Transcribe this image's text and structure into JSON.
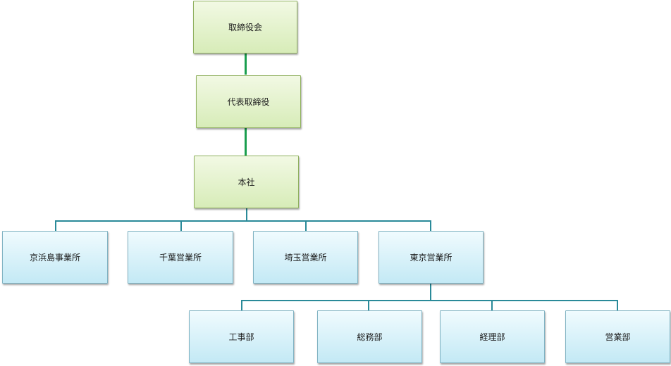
{
  "nodes": {
    "board": "取締役会",
    "representative_director": "代表取締役",
    "head_office": "本社",
    "keihinjima_office": "京浜島事業所",
    "chiba_office": "千葉営業所",
    "saitama_office": "埼玉営業所",
    "tokyo_office": "東京営業所",
    "construction_dept": "工事部",
    "general_affairs_dept": "総務部",
    "accounting_dept": "経理部",
    "sales_dept": "営業部"
  },
  "colors": {
    "top_level_fill": "#d7ecb8",
    "top_level_connector": "#1a9e4e",
    "office_fill": "#c3e9f5",
    "office_connector": "#2a8a99"
  }
}
